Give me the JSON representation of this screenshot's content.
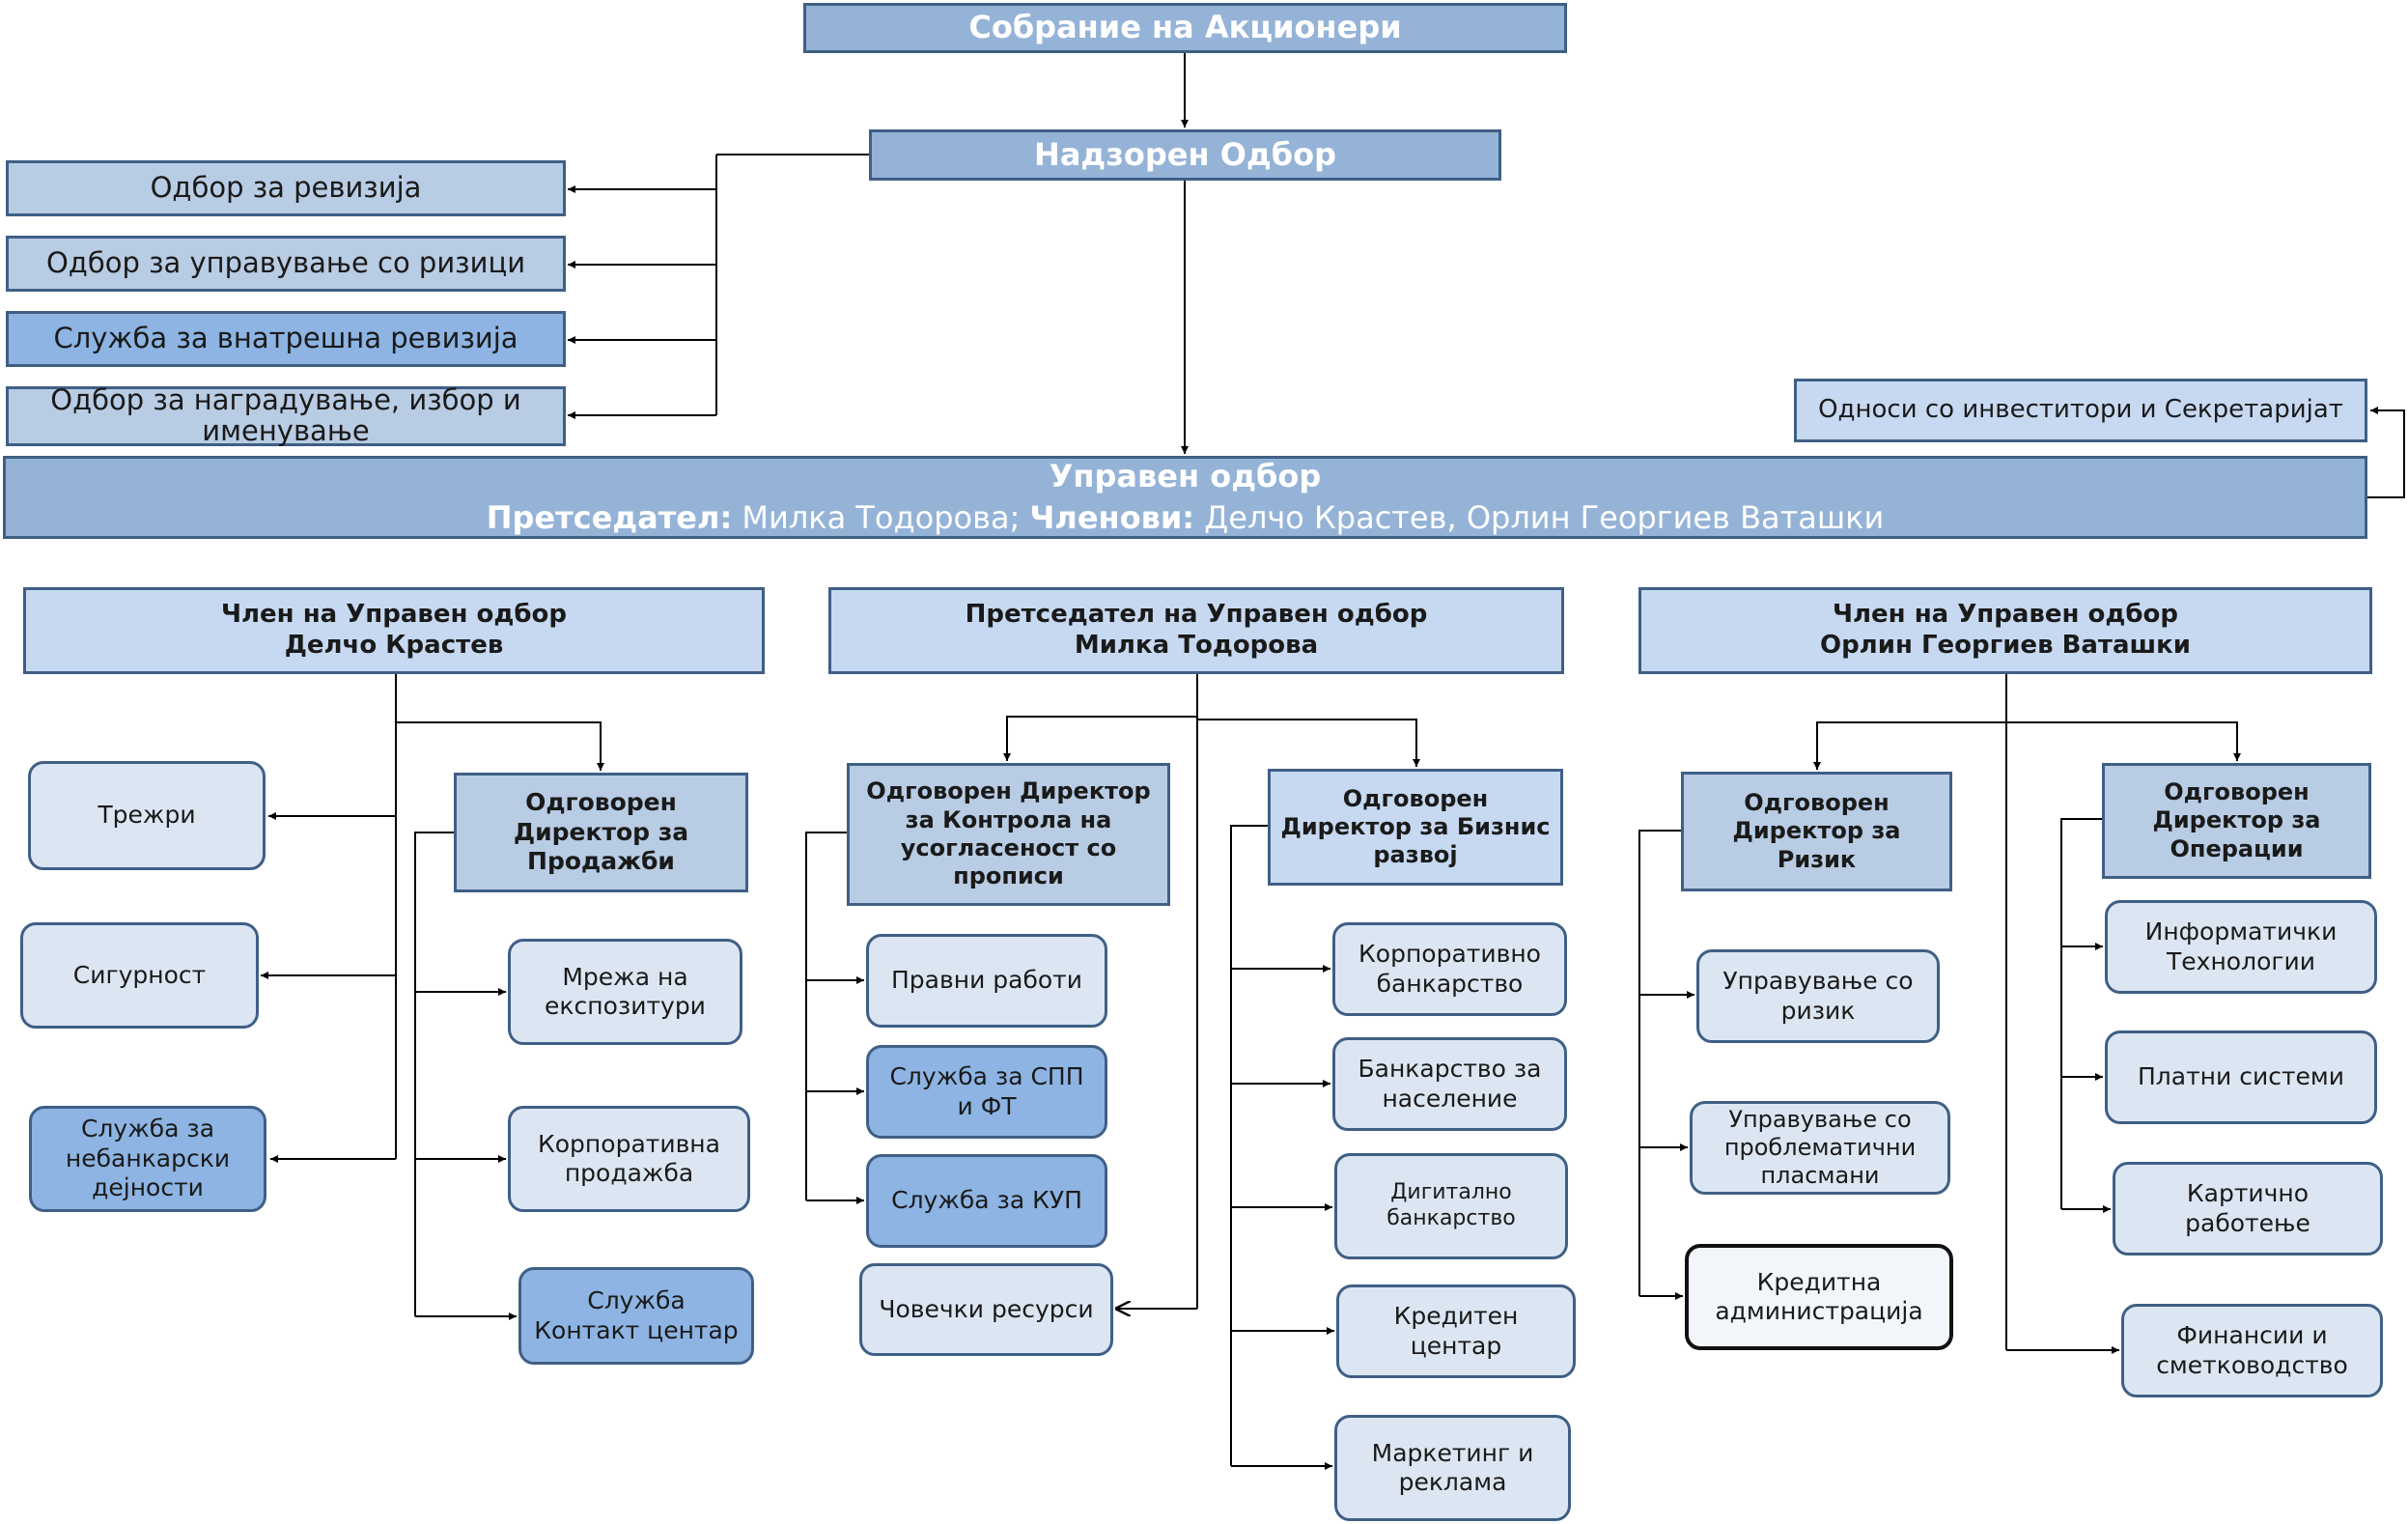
{
  "top": {
    "shareholders": "Собрание на Акционери",
    "supervisory": "Надзорен Одбор"
  },
  "committees": [
    "Одбор за ревизија",
    "Одбор за управување со ризици",
    "Служба за внатрешна ревизија",
    "Одбор за наградување, избор и именување"
  ],
  "investor_relations": "Односи со инвеститори и Секретаријат",
  "board": {
    "title": "Управен одбор",
    "chair_label": "Претседател:",
    "chair_name": "Милка Тодорова;",
    "members_label": "Членови:",
    "members_names": "Делчо Крастев, Орлин Георгиев Ваташки"
  },
  "members": {
    "left": {
      "role": "Член на Управен одбор",
      "name": "Делчо Крастев"
    },
    "center": {
      "role": "Претседател на Управен одбор",
      "name": "Милка Тодорова"
    },
    "right": {
      "role": "Член на Управен одбор",
      "name": "Орлин Георгиев Ваташки"
    }
  },
  "left_units": {
    "treasury": "Трежри",
    "security": "Сигурност",
    "nonbanking": "Служба за небанкарски дејности",
    "sales_director": "Одговорен Директор за Продажби",
    "branches": "Мрежа на експозитури",
    "corporate_sales": "Корпоративна продажба",
    "contact_center": "Служба Контакт центар"
  },
  "center_units": {
    "compliance_director": "Одговорен Директор за Контрола на усогласеност со прописи",
    "legal": "Правни работи",
    "aml": "Служба за СПП и ФТ",
    "kup": "Служба за КУП",
    "hr": "Човечки ресурси",
    "bizdev_director": "Одговорен Директор за Бизнис развој",
    "corporate_banking": "Корпоративно банкарство",
    "retail_banking": "Банкарство за население",
    "digital_banking": "Дигитално банкарство",
    "credit_center": "Кредитен центар",
    "marketing": "Маркетинг и реклама"
  },
  "right_units": {
    "risk_director": "Одговорен Директор за Ризик",
    "risk_management": "Управување со ризик",
    "npl_management": "Управување со проблематични пласмани",
    "credit_admin": "Кредитна администрација",
    "operations_director": "Одговорен Директор за Операции",
    "it": "Информатички Технологии",
    "payments": "Платни системи",
    "cards": "Картично работење",
    "finance": "Финансии и сметководство"
  },
  "colors": {
    "header": "#95b3d7",
    "committee": "#b8cce4",
    "member": "#c6d9f1",
    "highlight": "#8db4e2",
    "unit": "#dce6f2",
    "border": "#3f5f85",
    "line": "#000000"
  }
}
